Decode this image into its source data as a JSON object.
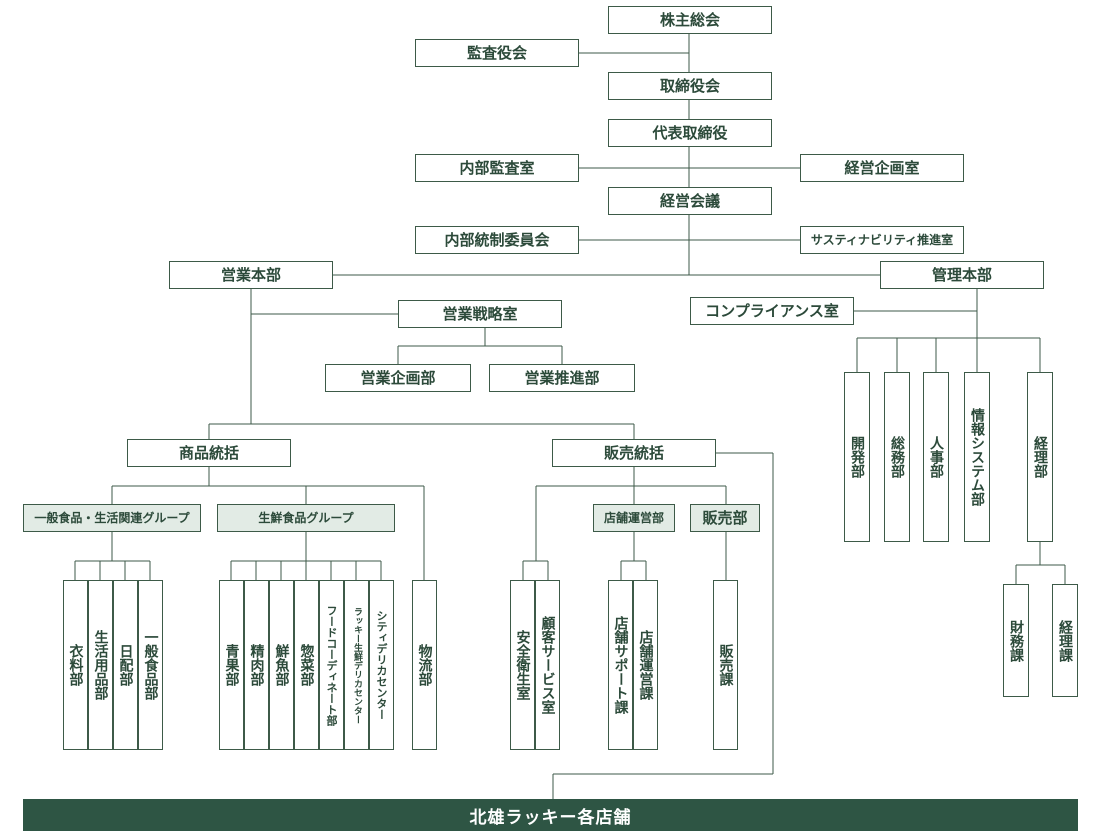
{
  "top": {
    "shareholders": "株主総会",
    "auditors": "監査役会",
    "board": "取締役会",
    "president": "代表取締役",
    "internal_audit": "内部監査室",
    "corporate_planning": "経営企画室",
    "management_meeting": "経営会議",
    "internal_control_committee": "内部統制委員会",
    "sustainability": "サスティナビリティ推進室"
  },
  "sales": {
    "hq": "営業本部",
    "strategy": "営業戦略室",
    "planning": "営業企画部",
    "promotion": "営業推進部",
    "merchandise": "商品統括",
    "retail": "販売統括",
    "general_food_group": "一般食品・生活関連グループ",
    "fresh_food_group": "生鮮食品グループ",
    "depts_general": [
      "衣料部",
      "生活用品部",
      "日配部",
      "一般食品部"
    ],
    "depts_fresh": [
      "青果部",
      "精肉部",
      "鮮魚部",
      "惣菜部",
      "フードコーディネート部",
      "ラッキー生鮮デリカセンター",
      "シティデリカセンター"
    ],
    "logistics": "物流部",
    "store_ops": "店舗運営部",
    "sales_dept": "販売部",
    "safety": "安全衛生室",
    "customer_service": "顧客サービス室",
    "store_support": "店舗サポート課",
    "store_ops_section": "店舗運営課",
    "sales_section": "販売課"
  },
  "admin": {
    "hq": "管理本部",
    "compliance": "コンプライアンス室",
    "depts": [
      "開発部",
      "総務部",
      "人事部",
      "情報システム部",
      "経理部"
    ],
    "finance_section": "財務課",
    "accounting_section": "経理課"
  },
  "stores": "北雄ラッキー各店舗"
}
